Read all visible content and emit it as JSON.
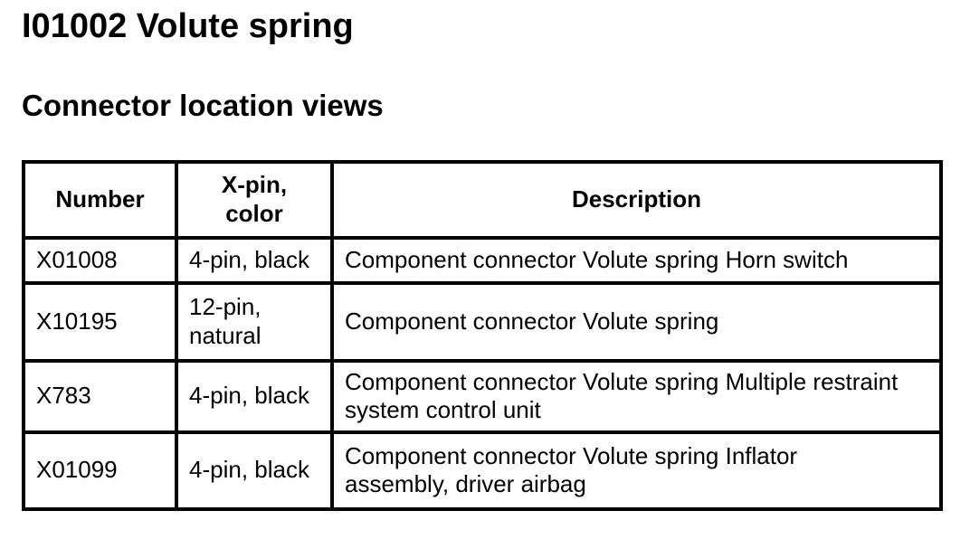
{
  "page": {
    "title": "I01002 Volute spring",
    "subtitle": "Connector location views"
  },
  "table": {
    "headers": {
      "number": "Number",
      "pin_color": "X-pin,\ncolor",
      "description": "Description"
    },
    "rows": [
      {
        "number": "X01008",
        "pin_color": "4-pin, black",
        "description": "Component connector Volute spring Horn switch"
      },
      {
        "number": "X10195",
        "pin_color": "12-pin, natural",
        "description": "Component connector Volute spring"
      },
      {
        "number": "X783",
        "pin_color": "4-pin, black",
        "description": "Component connector Volute spring Multiple restraint system control unit"
      },
      {
        "number": "X01099",
        "pin_color": "4-pin, black",
        "description": "Component connector Volute spring Inflator assembly, driver airbag"
      }
    ]
  },
  "colors": {
    "text": "#000000",
    "background": "#ffffff",
    "table_border": "#000000"
  }
}
